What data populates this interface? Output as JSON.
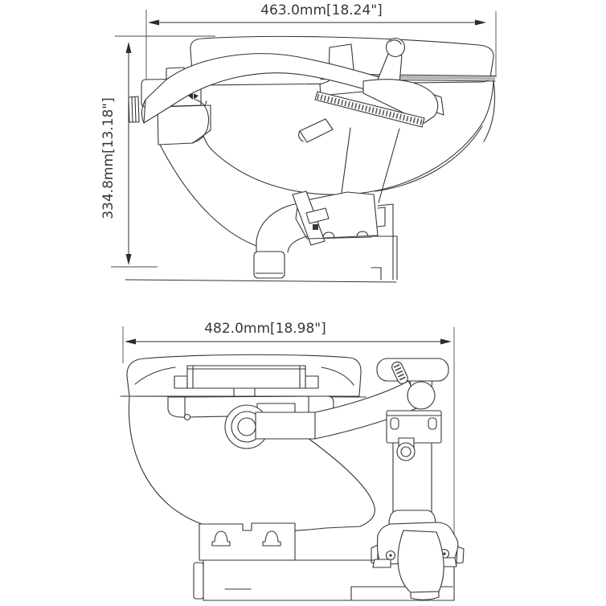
{
  "drawing": {
    "type": "technical-dimension-drawing",
    "subject": "manual marine toilet, two orthographic views",
    "background": "#ffffff"
  },
  "colors": {
    "line": "#363636",
    "dimension_line": "#2c2c2c",
    "text": "#373737",
    "seam_gray": "#b5b5b5"
  },
  "side_view": {
    "name": "side view (upper drawing)",
    "width_label": "463.0mm[18.24\"]",
    "height_label": "334.8mm[13.18\"]"
  },
  "front_view": {
    "name": "front view (lower drawing)",
    "width_label": "482.0mm[18.98\"]"
  }
}
